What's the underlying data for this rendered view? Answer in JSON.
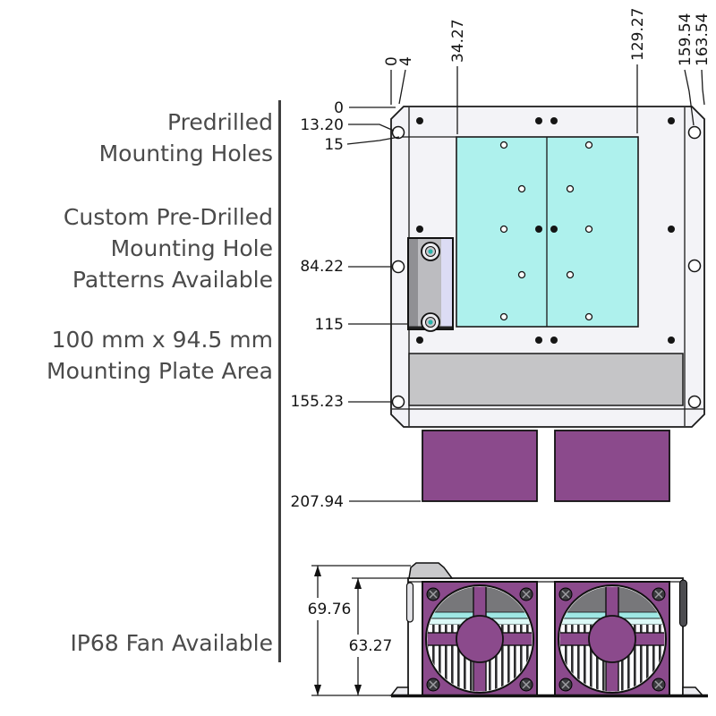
{
  "colors": {
    "purple": "#8b4a8c",
    "cyan": "#aef1ed",
    "cyan_deep": "#9fe8e4",
    "cyan_pale": "#dcf9f7",
    "body": "#f3f3f7",
    "gray_band": "#c5c5c7",
    "bracket_gray": "#bcbcc0",
    "bracket_dark": "#909094",
    "bracket_lavender": "#dcdcf4",
    "tab_gray": "#c9c9cb",
    "fan_shroud_gray": "#77777a",
    "screw_teal": "#2ab5ad",
    "line": "#1a1a1a",
    "label_text": "#4a4a4a",
    "divider": "#3f3f3f"
  },
  "annotations": [
    {
      "lines": [
        "Predrilled",
        "Mounting Holes"
      ]
    },
    {
      "lines": [
        "Custom Pre-Drilled",
        "Mounting Hole",
        "Patterns Available"
      ]
    },
    {
      "lines": [
        "100 mm x 94.5 mm",
        "Mounting Plate Area"
      ]
    },
    {
      "lines": [
        "IP68 Fan Available"
      ]
    }
  ],
  "top_view": {
    "top_dims": [
      "0",
      "4",
      "34.27",
      "129.27",
      "159.54",
      "163.54"
    ],
    "left_dims": [
      "0",
      "13.20",
      "15",
      "84.22",
      "115",
      "155.23",
      "207.94"
    ]
  },
  "side_view": {
    "dims": [
      "69.76",
      "63.27"
    ]
  }
}
